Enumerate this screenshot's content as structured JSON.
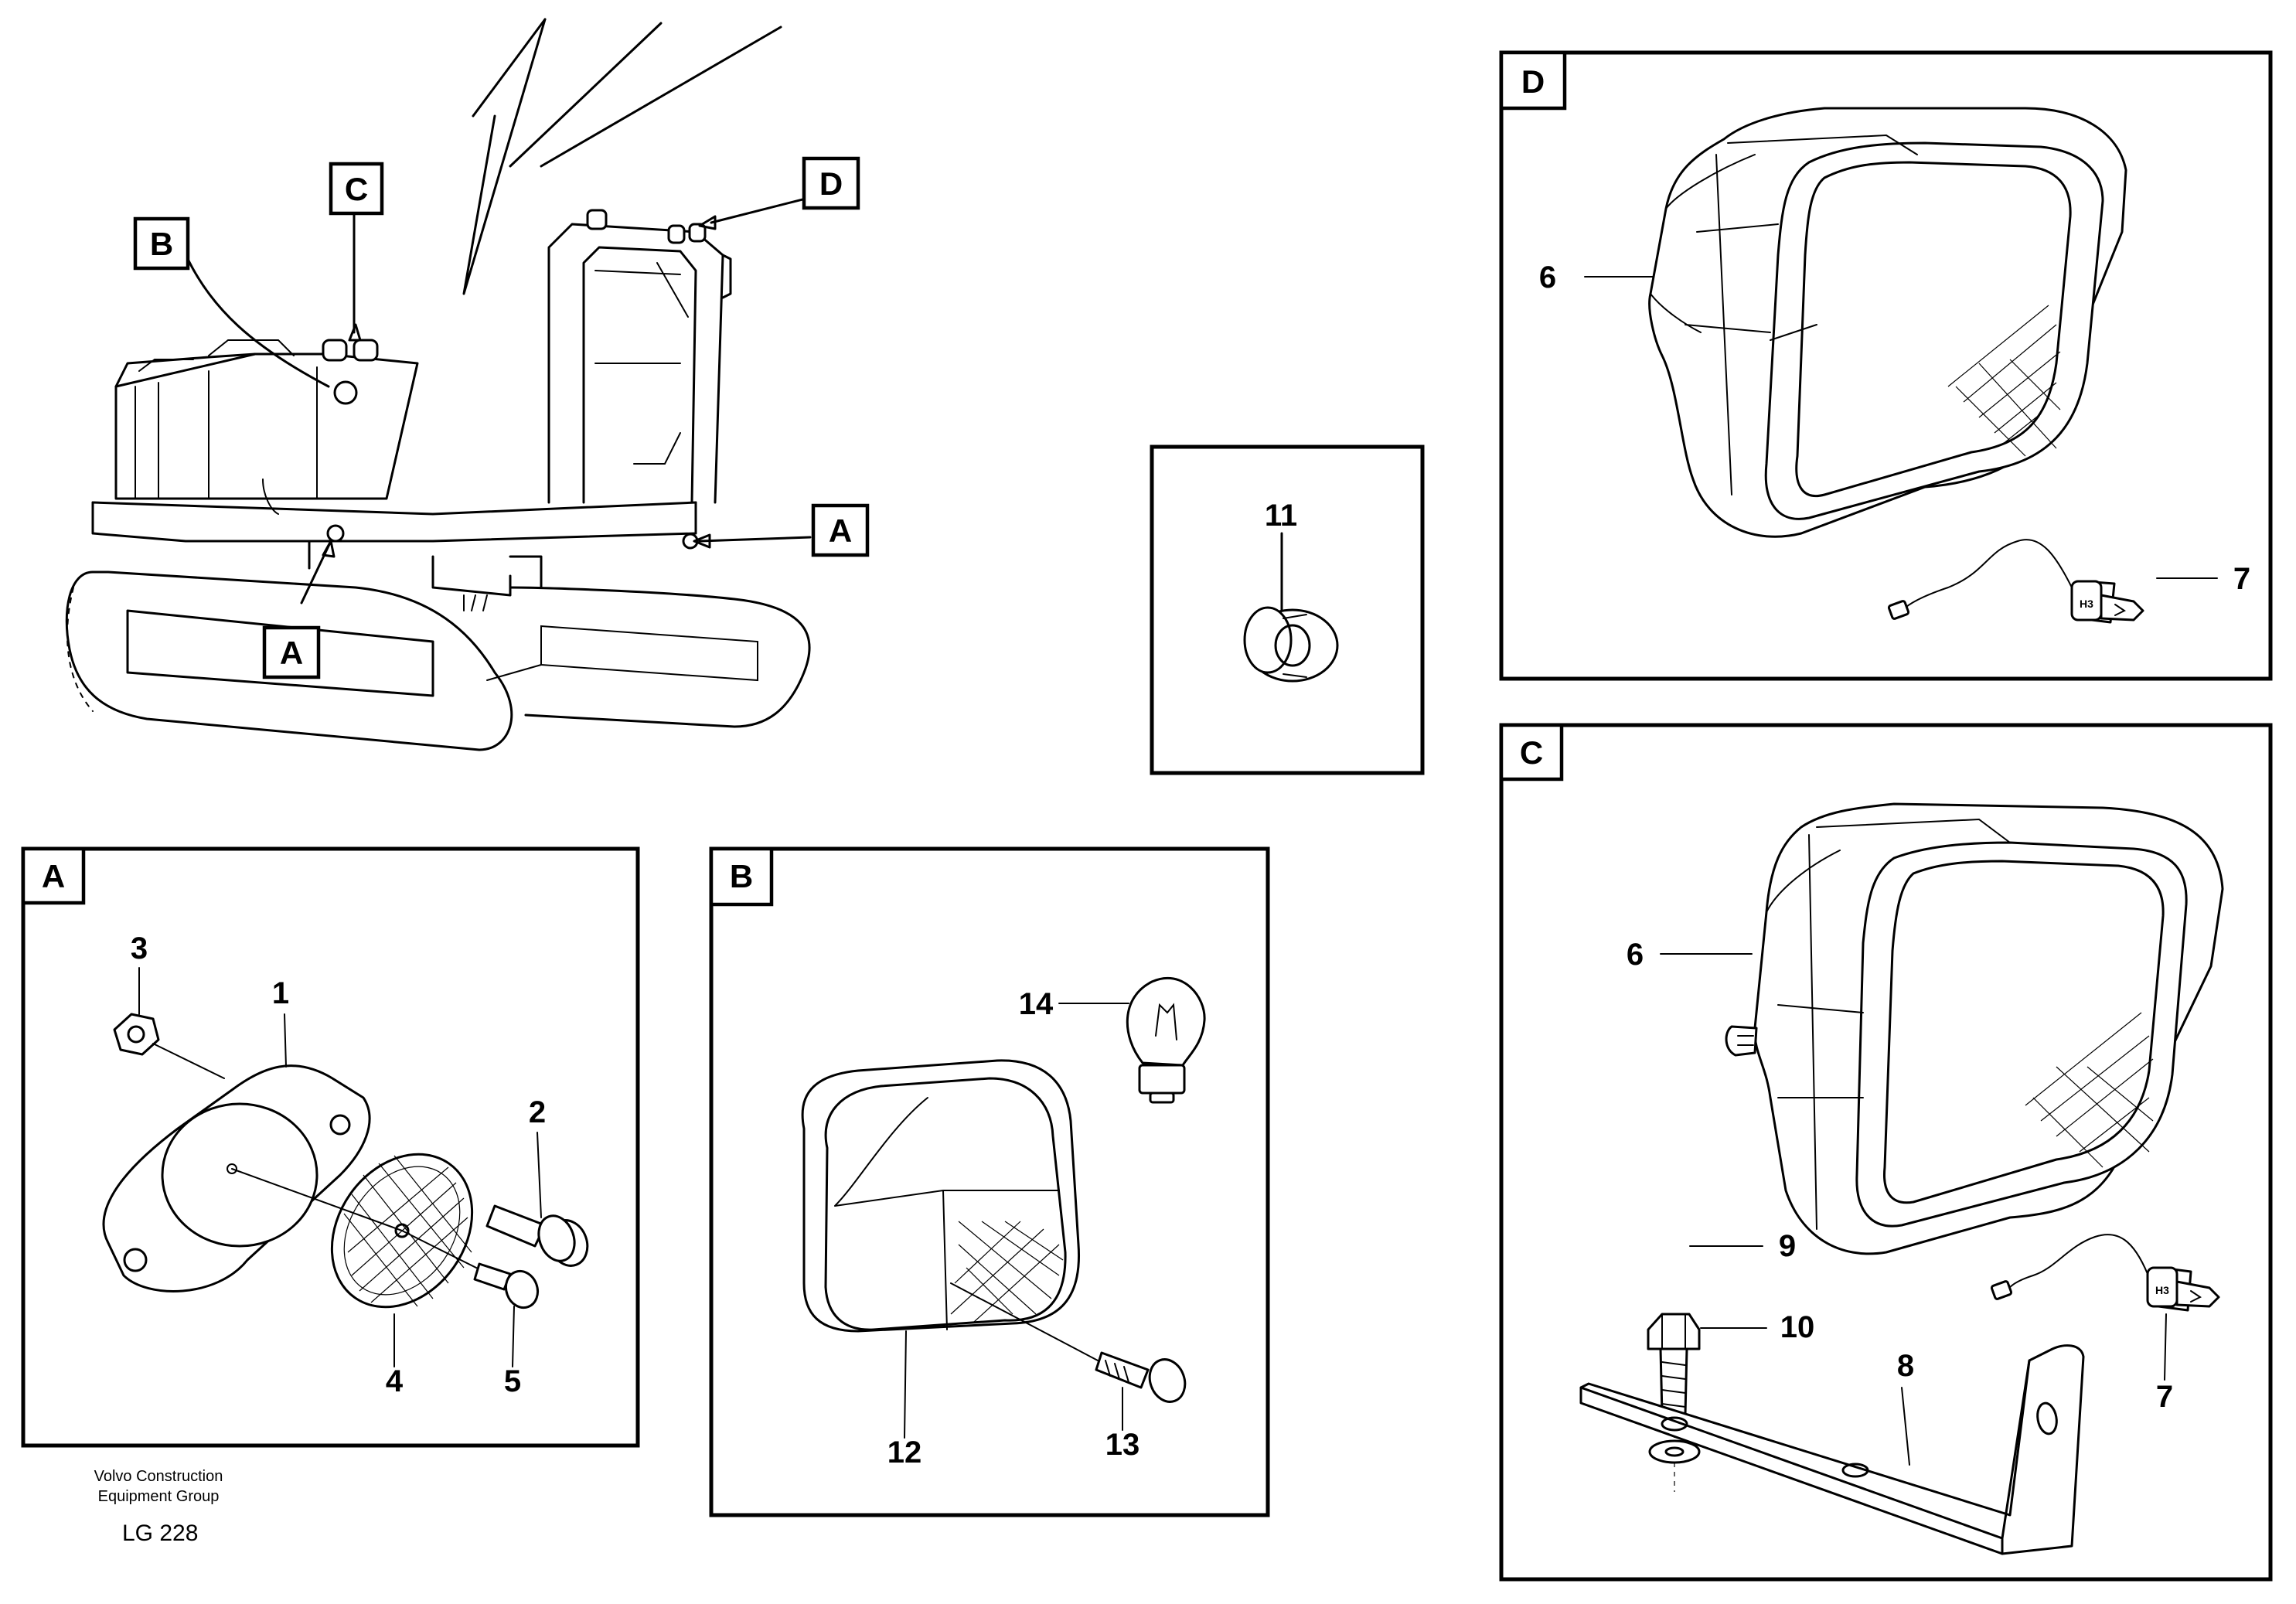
{
  "footer": {
    "company_line1": "Volvo Construction",
    "company_line2": "Equipment Group",
    "code": "LG 228"
  },
  "overview": {
    "callouts": [
      "A",
      "A",
      "B",
      "C",
      "D"
    ]
  },
  "panels": {
    "A": {
      "label": "A",
      "parts": [
        "1",
        "2",
        "3",
        "4",
        "5"
      ]
    },
    "B": {
      "label": "B",
      "parts": [
        "12",
        "13",
        "14"
      ]
    },
    "C": {
      "label": "C",
      "parts": [
        "6",
        "7",
        "8",
        "9",
        "10"
      ]
    },
    "D": {
      "label": "D",
      "parts": [
        "6",
        "7"
      ]
    },
    "grommet": {
      "parts": [
        "11"
      ]
    }
  },
  "bulb_marking": "H3"
}
